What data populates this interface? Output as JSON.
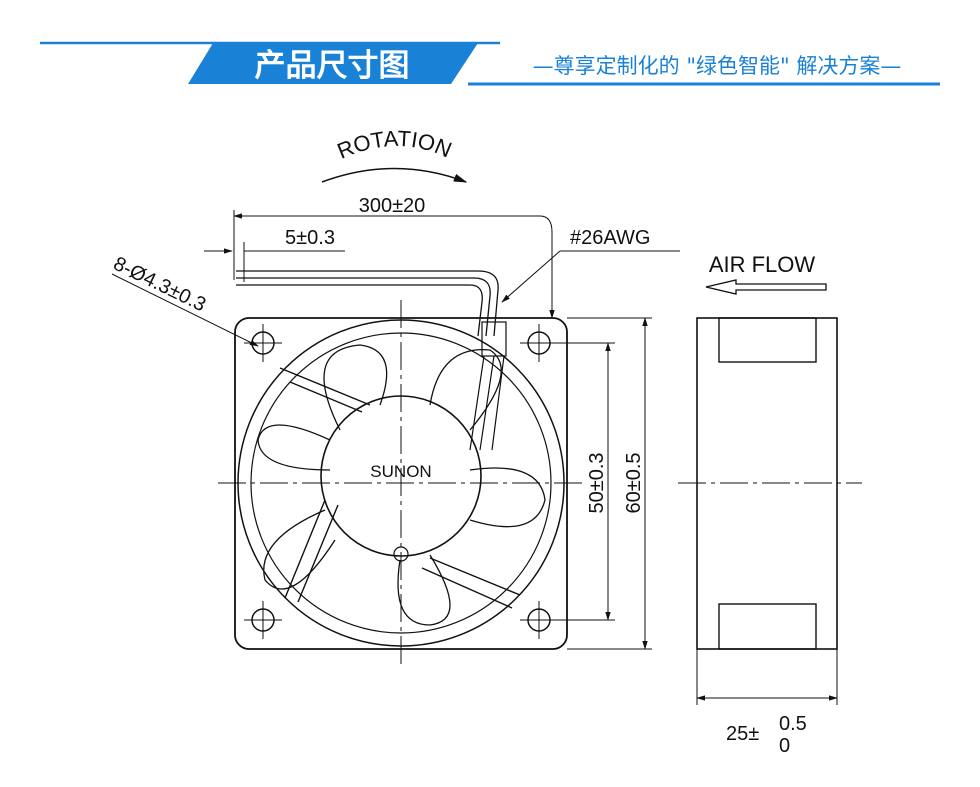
{
  "header": {
    "title": "产品尺寸图",
    "slogan": "—尊享定制化的 \"绿色智能\" 解决方案—",
    "accent_color": "#1a82d6"
  },
  "drawing": {
    "rotation_label": "ROTATION",
    "cable_length": "300±20",
    "strip_length": "5±0.3",
    "wire_gauge": "#26AWG",
    "airflow_label": "AIR FLOW",
    "mount_holes": "8-Ø4.3±0.3",
    "brand": "SUNON",
    "hole_spacing": "50±0.3",
    "frame_size": "60±0.5",
    "thickness_base": "25±",
    "thickness_upper_tol": "0.5",
    "thickness_lower_tol": "0"
  }
}
